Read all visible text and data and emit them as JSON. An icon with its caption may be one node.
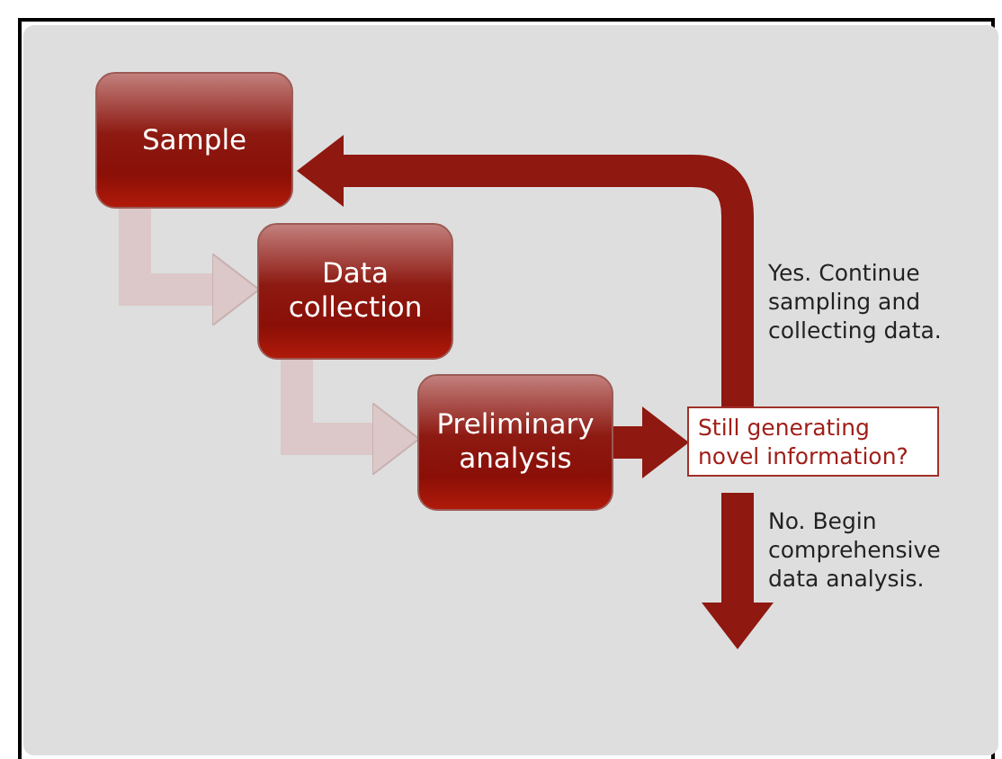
{
  "diagram": {
    "nodes": [
      {
        "text": [
          "Sample"
        ]
      },
      {
        "text": [
          "Data collection"
        ]
      },
      {
        "text": [
          "Preliminary analysis"
        ]
      },
      {
        "text": [
          "Still generating novel information?"
        ]
      }
    ],
    "edges": [
      {
        "from": 0,
        "to": 1,
        "arrow": "to",
        "color": "#dcc8c8"
      },
      {
        "from": 1,
        "to": 2,
        "arrow": "to",
        "color": "#dcc8c8"
      },
      {
        "from": 2,
        "to": 3,
        "arrow": "to"
      },
      {
        "from": 3,
        "to": 0,
        "arrow": "to",
        "label": "Yes. Continue sampling and collecting data."
      },
      {
        "from": 3,
        "to": null,
        "arrow": "to",
        "label": "No. Begin comprehensive data analysis."
      }
    ]
  }
}
